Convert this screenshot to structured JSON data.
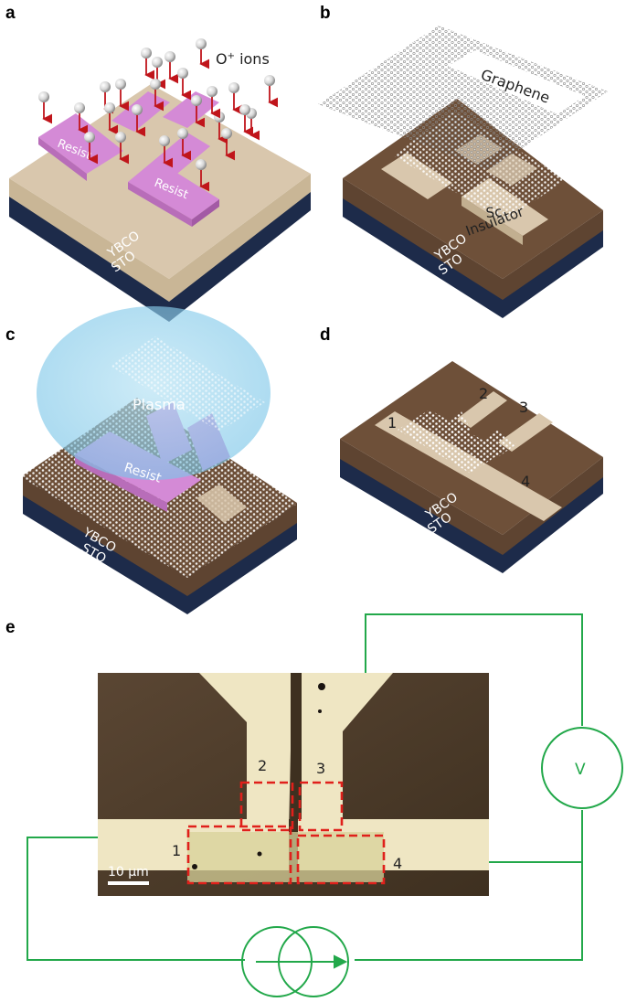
{
  "panels": {
    "a": {
      "label": "a",
      "ion_label_base": "O",
      "ion_label_sup": "+",
      "ion_label_rest": " ions",
      "resist_labels": [
        "Resist",
        "Resist"
      ],
      "substrate_labels": [
        "YBCO",
        "STO"
      ]
    },
    "b": {
      "label": "b",
      "graphene_label": "Graphene",
      "sc_label": "Sc",
      "insulator_label": "Insulator",
      "substrate_labels": [
        "YBCO",
        "STO"
      ]
    },
    "c": {
      "label": "c",
      "plasma_label": "Plasma",
      "resist_label": "Resist",
      "substrate_labels": [
        "YBCO",
        "STO"
      ]
    },
    "d": {
      "label": "d",
      "terminal_labels": [
        "1",
        "2",
        "3",
        "4"
      ],
      "substrate_labels": [
        "YBCO",
        "STO"
      ]
    },
    "e": {
      "label": "e",
      "terminal_labels": [
        "1",
        "2",
        "3",
        "4"
      ],
      "scale_bar": "10 μm",
      "voltmeter_label": "V"
    }
  },
  "colors": {
    "ybco_tan": "#d9c7ad",
    "insulator_brown": "#6e5039",
    "sto_navy": "#1d2b4a",
    "resist_pink": "#d48ad6",
    "graphene_dot": "#ffffff",
    "ion_arrow": "#c0151b",
    "plasma": "#8fd0ee",
    "circuit_green": "#22a84a",
    "dash_red": "#e0201b",
    "micrograph_bg": "#4a3a28",
    "micrograph_pad": "#efe6c3"
  }
}
